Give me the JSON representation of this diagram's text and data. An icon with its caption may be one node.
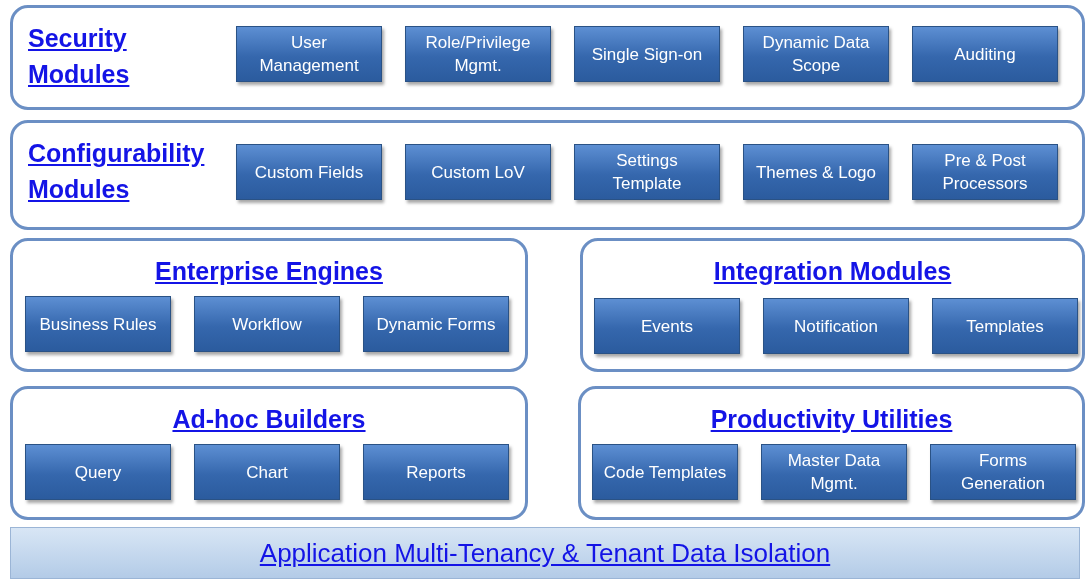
{
  "diagram": {
    "nodes": [
      {
        "text": [
          "Security Modules"
        ]
      },
      {
        "text": [
          "User Management"
        ],
        "in": 0
      },
      {
        "text": [
          "Role/Privilege Mgmt."
        ],
        "in": 0
      },
      {
        "text": [
          "Single Sign-on"
        ],
        "in": 0
      },
      {
        "text": [
          "Dynamic Data Scope"
        ],
        "in": 0
      },
      {
        "text": [
          "Auditing"
        ],
        "in": 0
      },
      {
        "text": [
          "Configurability Modules"
        ]
      },
      {
        "text": [
          "Custom Fields"
        ],
        "in": 6
      },
      {
        "text": [
          "Custom LoV"
        ],
        "in": 6
      },
      {
        "text": [
          "Settings Template"
        ],
        "in": 6
      },
      {
        "text": [
          "Themes & Logo"
        ],
        "in": 6
      },
      {
        "text": [
          "Pre & Post Processors"
        ],
        "in": 6
      },
      {
        "text": [
          "Enterprise Engines"
        ]
      },
      {
        "text": [
          "Business Rules"
        ],
        "in": 12
      },
      {
        "text": [
          "Workflow"
        ],
        "in": 12
      },
      {
        "text": [
          "Dynamic Forms"
        ],
        "in": 12
      },
      {
        "text": [
          "Integration Modules"
        ]
      },
      {
        "text": [
          "Events"
        ],
        "in": 16
      },
      {
        "text": [
          "Notification"
        ],
        "in": 16
      },
      {
        "text": [
          "Templates"
        ],
        "in": 16
      },
      {
        "text": [
          "Ad-hoc Builders"
        ]
      },
      {
        "text": [
          "Query"
        ],
        "in": 20
      },
      {
        "text": [
          "Chart"
        ],
        "in": 20
      },
      {
        "text": [
          "Reports"
        ],
        "in": 20
      },
      {
        "text": [
          "Productivity Utilities"
        ]
      },
      {
        "text": [
          "Code Templates"
        ],
        "in": 24
      },
      {
        "text": [
          "Master Data Mgmt."
        ],
        "in": 24
      },
      {
        "text": [
          "Forms Generation"
        ],
        "in": 24
      },
      {
        "text": [
          "Application Multi-Tenancy & Tenant Data Isolation"
        ]
      }
    ]
  }
}
